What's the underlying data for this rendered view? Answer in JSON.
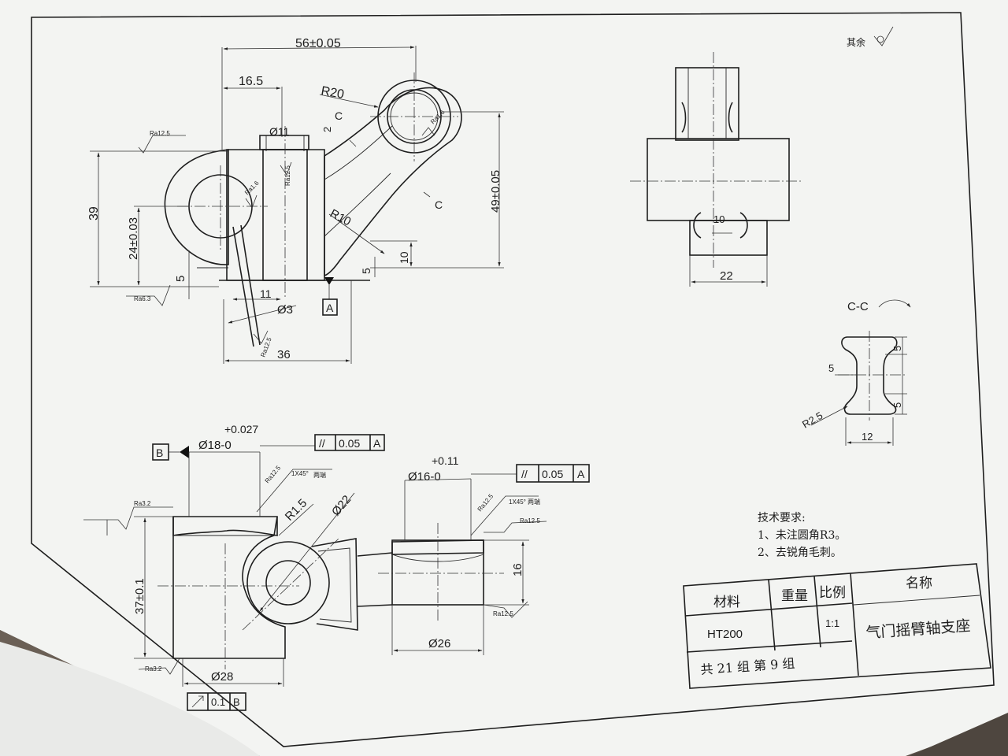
{
  "dims_front": {
    "d56": "56±0.05",
    "d16_5": "16.5",
    "r20": "R20",
    "phi11": "Ø11",
    "c_mark": "C",
    "two": "2",
    "r10": "R10",
    "d39": "39",
    "d24": "24±0.03",
    "d5a": "5",
    "d49": "49±0.05",
    "d10": "10",
    "d5b": "5",
    "d11": "11",
    "phi3": "Ø3",
    "d36": "36",
    "datum_a": "A"
  },
  "rough": {
    "ra12_5": "Ra12.5",
    "ra6_3": "Ra6.3",
    "ra3_2": "Ra3.2",
    "ra1_6": "Ra1.6",
    "qiyu": "其余"
  },
  "dims_side": {
    "d10": "10",
    "d22": "22"
  },
  "section": {
    "title": "C-C",
    "d5_top": "5",
    "d5_mid": "5",
    "d5_bot": "5",
    "r2_5": "R2.5",
    "d12": "12"
  },
  "dims_bottom": {
    "datum_b": "B",
    "phi18": "Ø18-0",
    "tol18": "+0.027",
    "par_sym": "//",
    "par_val": "0.05",
    "par_ref": "A",
    "chamfer": "1X45°",
    "both_ends": "两端",
    "r1_5": "R1.5",
    "phi22": "Ø22",
    "phi16": "Ø16-0",
    "tol16": "+0.11",
    "d16": "16",
    "d37": "37±0.1",
    "phi26": "Ø26",
    "phi28": "Ø28",
    "runout_val": "0.1",
    "runout_ref": "B"
  },
  "notes": {
    "title": "技术要求:",
    "line1": "1、未注圆角R3。",
    "line2": "2、去锐角毛刺。"
  },
  "title_block": {
    "material_h": "材料",
    "weight_h": "重量",
    "scale_h": "比例",
    "name_h": "名称",
    "material": "HT200",
    "scale": "1:1",
    "part_name": "气门摇臂轴支座",
    "group": "共  21  组  第  9  组"
  }
}
